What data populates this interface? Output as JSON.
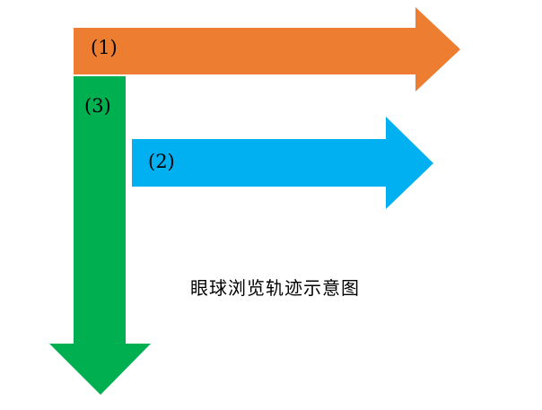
{
  "title": "眼球浏览轨迹示意图",
  "arrows": [
    {
      "label": "(1)",
      "direction": "right",
      "color": "#ED7D31"
    },
    {
      "label": "(2)",
      "direction": "right",
      "color": "#00B0F0"
    },
    {
      "label": "(3)",
      "direction": "down",
      "color": "#00B050"
    }
  ],
  "colors": {
    "background": "#FFFFFF",
    "label_text": "#000000"
  }
}
